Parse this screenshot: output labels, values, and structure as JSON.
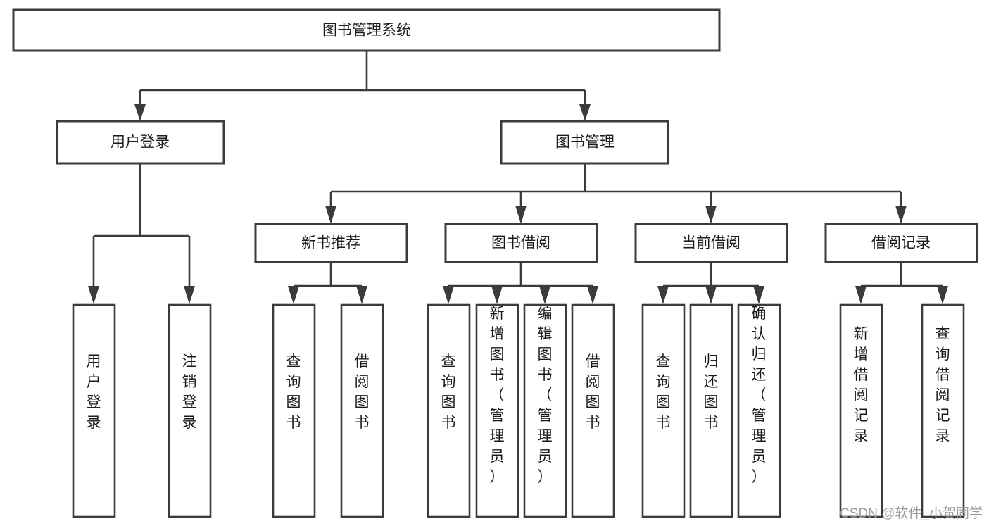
{
  "diagram": {
    "type": "tree",
    "title": "图书管理系统",
    "root": {
      "id": "root",
      "label": "图书管理系统",
      "orientation": "horizontal"
    },
    "level2": [
      {
        "id": "user-login",
        "label": "用户登录",
        "orientation": "horizontal"
      },
      {
        "id": "book-management",
        "label": "图书管理",
        "orientation": "horizontal"
      }
    ],
    "level3": [
      {
        "id": "new-book-recommend",
        "label": "新书推荐",
        "orientation": "horizontal",
        "parent": "book-management"
      },
      {
        "id": "book-borrow",
        "label": "图书借阅",
        "orientation": "horizontal",
        "parent": "book-management"
      },
      {
        "id": "current-borrow",
        "label": "当前借阅",
        "orientation": "horizontal",
        "parent": "book-management"
      },
      {
        "id": "borrow-record",
        "label": "借阅记录",
        "orientation": "horizontal",
        "parent": "book-management"
      }
    ],
    "leaves": {
      "user-login": [
        {
          "id": "leaf-user-login",
          "label": "用户登录",
          "orientation": "vertical"
        },
        {
          "id": "leaf-logout-login",
          "label": "注销登录",
          "orientation": "vertical"
        }
      ],
      "new-book-recommend": [
        {
          "id": "leaf-query-book-1",
          "label": "查询图书",
          "orientation": "vertical"
        },
        {
          "id": "leaf-borrow-book-1",
          "label": "借阅图书",
          "orientation": "vertical"
        }
      ],
      "book-borrow": [
        {
          "id": "leaf-query-book-2",
          "label": "查询图书",
          "orientation": "vertical"
        },
        {
          "id": "leaf-add-book",
          "label": "新增图书（管理员）",
          "orientation": "vertical"
        },
        {
          "id": "leaf-edit-book",
          "label": "编辑图书（管理员）",
          "orientation": "vertical"
        },
        {
          "id": "leaf-borrow-book-2",
          "label": "借阅图书",
          "orientation": "vertical"
        }
      ],
      "current-borrow": [
        {
          "id": "leaf-query-book-3",
          "label": "查询图书",
          "orientation": "vertical"
        },
        {
          "id": "leaf-return-book",
          "label": "归还图书",
          "orientation": "vertical"
        },
        {
          "id": "leaf-confirm-return",
          "label": "确认归还（管理员）",
          "orientation": "vertical"
        }
      ],
      "borrow-record": [
        {
          "id": "leaf-add-borrow-record",
          "label": "新增借阅记录",
          "orientation": "vertical"
        },
        {
          "id": "leaf-query-borrow-record",
          "label": "查询借阅记录",
          "orientation": "vertical"
        }
      ]
    },
    "colors": {
      "box_stroke": "#3b3b3b",
      "box_fill": "#ffffff",
      "connector": "#3b3b3b",
      "text": "#1b1b1b",
      "background": "#ffffff",
      "watermark": "#9a9a9a"
    }
  },
  "watermark": {
    "text": "CSDN @软件_小贺同学"
  }
}
